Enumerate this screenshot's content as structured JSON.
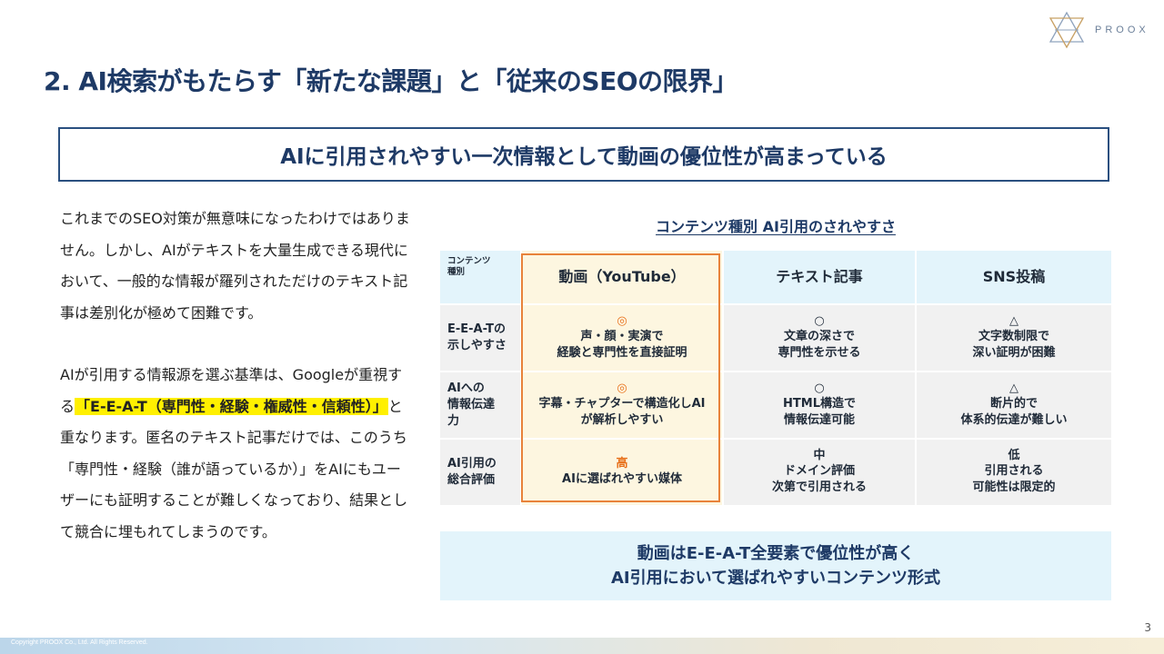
{
  "brand": {
    "name": "PROOX",
    "colors": {
      "navy": "#1e3a66",
      "accent_orange": "#e8823a",
      "highlight_yellow": "#fff000",
      "light_blue": "#e3f4fb"
    }
  },
  "slide": {
    "title": "2. AI検索がもたらす「新たな課題」と「従来のSEOの限界」",
    "banner": "AIに引用されやすい一次情報として動画の優位性が高まっている",
    "page_number": "3",
    "copyright": "Copyright PROOX Co., Ltd. All Rights Reserved."
  },
  "left_text": {
    "p1": "これまでのSEO対策が無意味になったわけではありません。しかし、AIがテキストを大量生成できる現代において、一般的な情報が羅列されただけのテキスト記事は差別化が極めて困難です。",
    "p2_before": "AIが引用する情報源を選ぶ基準は、Googleが重視する",
    "p2_highlight": "「E-E-A-T（専門性・経験・権威性・信頼性）」",
    "p2_after": "と重なります。匿名のテキスト記事だけでは、このうち「専門性・経験（誰が語っているか）」をAIにもユーザーにも証明することが難しくなっており、結果として競合に埋もれてしまうのです。"
  },
  "table": {
    "title": "コンテンツ種別 AI引用のされやすさ",
    "corner_label_1": "コンテンツ",
    "corner_label_2": "種別",
    "columns": [
      "動画（YouTube）",
      "テキスト記事",
      "SNS投稿"
    ],
    "rows": [
      {
        "label_1": "E-E-A-Tの",
        "label_2": "示しやすさ",
        "video": {
          "mark": "◎",
          "line1": "声・顔・実演で",
          "line2": "経験と専門性を直接証明"
        },
        "text": {
          "mark": "○",
          "line1": "文章の深さで",
          "line2": "専門性を示せる"
        },
        "sns": {
          "mark": "△",
          "line1": "文字数制限で",
          "line2": "深い証明が困難"
        }
      },
      {
        "label_1": "AIへの",
        "label_2": "情報伝達",
        "label_3": "力",
        "video": {
          "mark": "◎",
          "line1": "字幕・チャプターで構造化しAI",
          "line2": "が解析しやすい"
        },
        "text": {
          "mark": "○",
          "line1": "HTML構造で",
          "line2": "情報伝達可能"
        },
        "sns": {
          "mark": "△",
          "line1": "断片的で",
          "line2": "体系的伝達が難しい"
        }
      },
      {
        "label_1": "AI引用の",
        "label_2": "総合評価",
        "video": {
          "mark": "高",
          "line1": "AIに選ばれやすい媒体"
        },
        "text": {
          "mark": "中",
          "line1": "ドメイン評価",
          "line2": "次第で引用される"
        },
        "sns": {
          "mark": "低",
          "line1": "引用される",
          "line2": "可能性は限定的"
        }
      }
    ]
  },
  "conclusion": {
    "line1": "動画はE-E-A-T全要素で優位性が高く",
    "line2": "AI引用において選ばれやすいコンテンツ形式"
  }
}
